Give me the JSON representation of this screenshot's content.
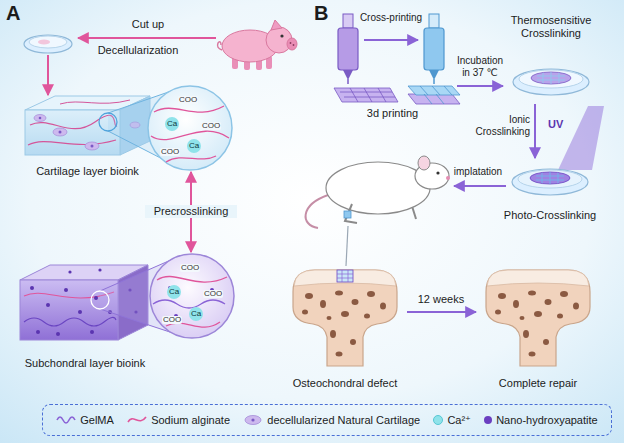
{
  "diagram": {
    "nodes": [
      {
        "text": [
          "Cartilage layer bioink"
        ]
      },
      {
        "text": [
          "COO",
          "Ca",
          "COO",
          "Ca",
          "COO"
        ]
      },
      {
        "text": [
          "Subchondral layer bioink"
        ]
      },
      {
        "text": [
          "COO",
          "Ca",
          "COO",
          "Ca",
          "COO"
        ]
      },
      {
        "text": [
          "3d printing"
        ]
      },
      {
        "text": [
          "Thermosensitive Crosslinking"
        ]
      },
      {
        "text": [
          "Photo-Crosslinking"
        ]
      },
      {
        "text": [
          "Osteochondral defect"
        ]
      },
      {
        "text": [
          "Complete repair"
        ]
      }
    ],
    "edges": [
      {
        "from": 1,
        "to": 3,
        "arrow": "both",
        "label": "Precrosslinking"
      },
      {
        "from": 4,
        "to": 5,
        "arrow": "to",
        "label": "Incubation in 37 ℃"
      },
      {
        "from": 5,
        "to": 6,
        "arrow": "to",
        "label": "Ionic Crosslinking"
      },
      {
        "from": 7,
        "to": 8,
        "arrow": "to",
        "label": "12 weeks"
      }
    ],
    "labels": [
      "A",
      "Cut up",
      "Decellularization",
      "B",
      "Cross-printing",
      "UV",
      "implatation"
    ],
    "legend": [
      {
        "text": "GelMA"
      },
      {
        "text": "Sodium alginate"
      },
      {
        "text": "decellularized Natural Cartilage"
      },
      {
        "text": "Ca²⁺",
        "color": "#8fe3ea"
      },
      {
        "text": "Nano-hydroxyapatite",
        "color": "#6a3fc0"
      }
    ]
  }
}
